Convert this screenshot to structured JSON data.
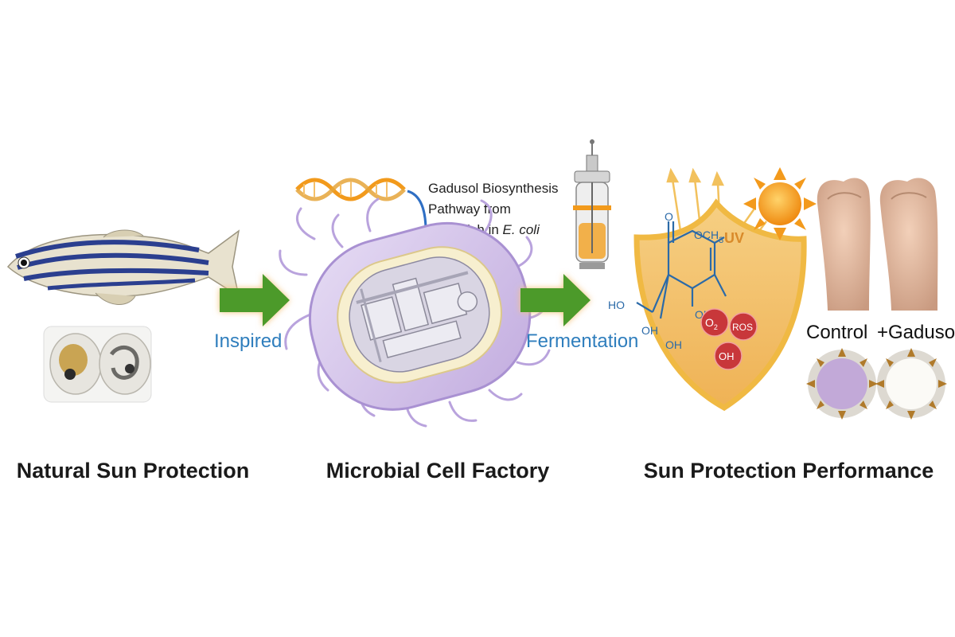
{
  "sections": {
    "natural": "Natural Sun Protection",
    "factory": "Microbial Cell Factory",
    "performance": "Sun Protection Performance"
  },
  "arrows": {
    "inspired": "Inspired",
    "fermentation": "Fermentation"
  },
  "pathway": {
    "line1": "Gadusol Biosynthesis",
    "line2": "Pathway from",
    "line3_prefix": "Zebrafish in ",
    "line3_italic": "E. coli"
  },
  "molecule": {
    "och3": "OCH",
    "och3_sub": "3",
    "ho": "HO",
    "oh1": "OH",
    "oh2": "OH",
    "oh3": "OH",
    "o_top": "O"
  },
  "ros": {
    "o2": "O",
    "o2_sub": "2",
    "ros": "ROS",
    "oh": "OH"
  },
  "uv": "UV",
  "samples": {
    "control": "Control",
    "gadusol": "+Gadusol"
  },
  "colors": {
    "arrow_green": "#4c9a2a",
    "arrow_glow": "#f3c27a",
    "label_blue": "#2f7ebd",
    "cell_purple": "#c9b6e4",
    "shield_gold": "#f1c05a",
    "ros_red": "#c8373a",
    "sun_orange": "#f39a1c"
  }
}
